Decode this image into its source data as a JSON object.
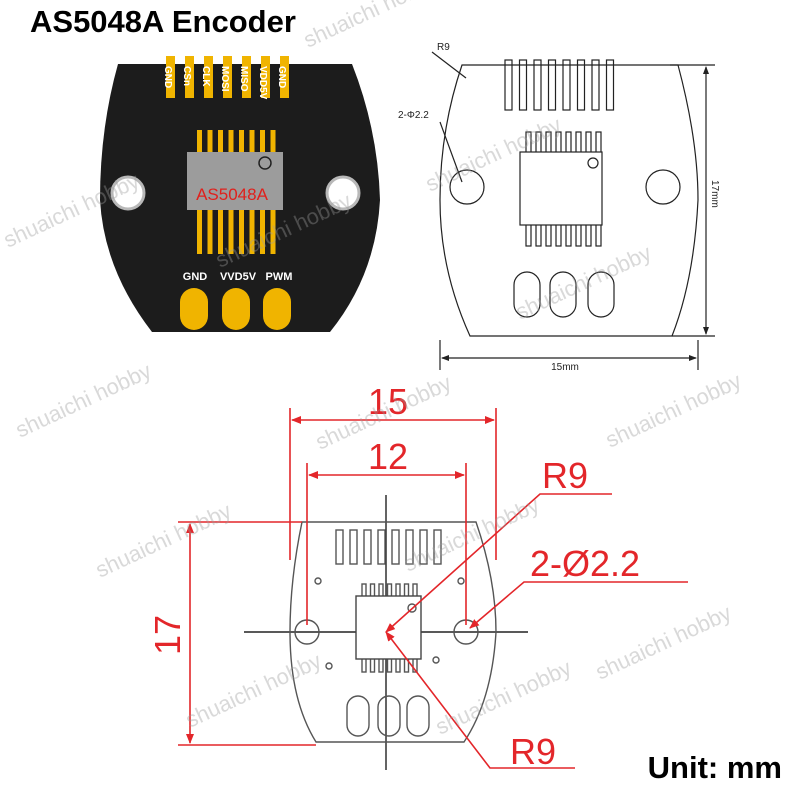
{
  "header": {
    "title": "AS5048A Encoder"
  },
  "footer": {
    "unit": "Unit: mm"
  },
  "photo": {
    "chip_label": "AS5048A",
    "top_pins": [
      "GND",
      "CSn",
      "CLK",
      "MOSI",
      "MISO",
      "VDD5V",
      "GND"
    ],
    "bottom_pins": [
      "GND",
      "VVD5V",
      "PWM"
    ]
  },
  "sketch": {
    "radius": "R9",
    "holes": "2-Φ2.2",
    "height": "17mm",
    "width": "15mm"
  },
  "drawing": {
    "width_outer": "15",
    "width_inner": "12",
    "height": "17",
    "radius_top": "R9",
    "holes": "2-Ø2.2",
    "radius_bottom": "R9"
  },
  "watermark": "shuaichi hobby",
  "colors": {
    "board": "#1c1c1c",
    "gold": "#f0b400",
    "chip": "#9c9c9c",
    "dim": "#e3262a",
    "chip_text": "#e0201c"
  }
}
